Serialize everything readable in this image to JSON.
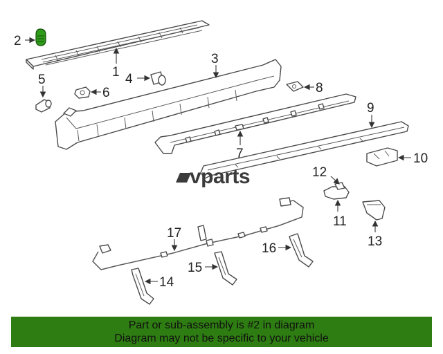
{
  "callouts": {
    "c1": "1",
    "c2": "2",
    "c3": "3",
    "c4": "4",
    "c5": "5",
    "c6": "6",
    "c7": "7",
    "c8": "8",
    "c9": "9",
    "c10": "10",
    "c11": "11",
    "c12": "12",
    "c13": "13",
    "c14": "14",
    "c15": "15",
    "c16": "16",
    "c17": "17"
  },
  "watermark": {
    "text": "vparts"
  },
  "banner": {
    "line1": "Part or sub-assembly is #2 in diagram",
    "line2": "Diagram may not be specific to your vehicle"
  },
  "colors": {
    "banner_bg": "#2e7d12",
    "highlight_part": "#2e9b1a"
  }
}
